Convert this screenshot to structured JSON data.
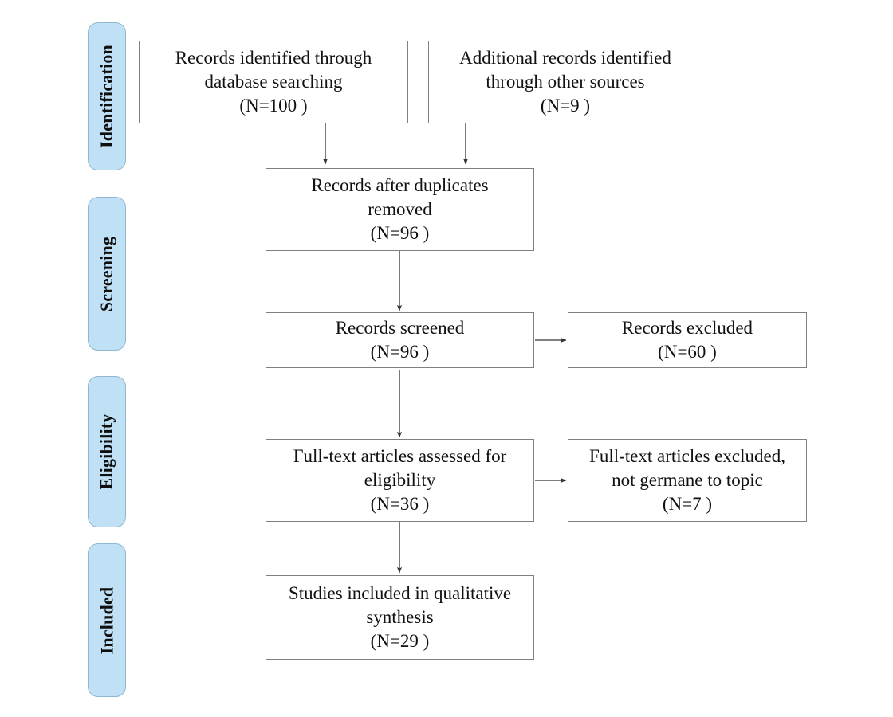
{
  "diagram": {
    "type": "prisma-flow-diagram",
    "title": "",
    "colors": {
      "stage_fill": "#bfe0f5",
      "stage_border": "#8fb8d0",
      "box_fill": "#ffffff",
      "box_border": "#808080",
      "connector": "#444444",
      "text": "#111111",
      "background": "#ffffff"
    },
    "stages": [
      {
        "id": "identification",
        "label": "Identification"
      },
      {
        "id": "screening",
        "label": "Screening"
      },
      {
        "id": "eligibility",
        "label": "Eligibility"
      },
      {
        "id": "included",
        "label": "Included"
      }
    ],
    "boxes": [
      {
        "id": "records-identified-database",
        "stage": "identification",
        "lines": [
          "Records identified through",
          "database searching",
          "(N=100 )"
        ],
        "count": 100
      },
      {
        "id": "additional-records-other-sources",
        "stage": "identification",
        "lines": [
          "Additional records identified",
          "through other sources",
          "(N=9 )"
        ],
        "count": 9
      },
      {
        "id": "records-after-duplicates-removed",
        "stage": "screening",
        "lines": [
          "Records after duplicates",
          "removed",
          "(N=96 )"
        ],
        "count": 96
      },
      {
        "id": "records-screened",
        "stage": "screening",
        "lines": [
          "Records screened",
          "(N=96 )"
        ],
        "count": 96
      },
      {
        "id": "records-excluded",
        "stage": "screening",
        "lines": [
          "Records excluded",
          "(N=60 )"
        ],
        "count": 60
      },
      {
        "id": "full-text-articles-assessed",
        "stage": "eligibility",
        "lines": [
          "Full-text articles assessed for",
          "eligibility",
          "(N=36 )"
        ],
        "count": 36
      },
      {
        "id": "full-text-articles-excluded",
        "stage": "eligibility",
        "lines": [
          "Full-text articles excluded,",
          "not germane to topic",
          "(N=7 )"
        ],
        "count": 7
      },
      {
        "id": "studies-included-qualitative-synthesis",
        "stage": "included",
        "lines": [
          "Studies included in qualitative",
          "synthesis",
          "(N=29 )"
        ],
        "count": 29
      }
    ],
    "connectors": [
      {
        "from": "records-identified-database",
        "to": "records-after-duplicates-removed",
        "direction": "down"
      },
      {
        "from": "additional-records-other-sources",
        "to": "records-after-duplicates-removed",
        "direction": "down"
      },
      {
        "from": "records-after-duplicates-removed",
        "to": "records-screened",
        "direction": "down"
      },
      {
        "from": "records-screened",
        "to": "records-excluded",
        "direction": "right"
      },
      {
        "from": "records-screened",
        "to": "full-text-articles-assessed",
        "direction": "down"
      },
      {
        "from": "full-text-articles-assessed",
        "to": "full-text-articles-excluded",
        "direction": "right"
      },
      {
        "from": "full-text-articles-assessed",
        "to": "studies-included-qualitative-synthesis",
        "direction": "down"
      }
    ]
  }
}
